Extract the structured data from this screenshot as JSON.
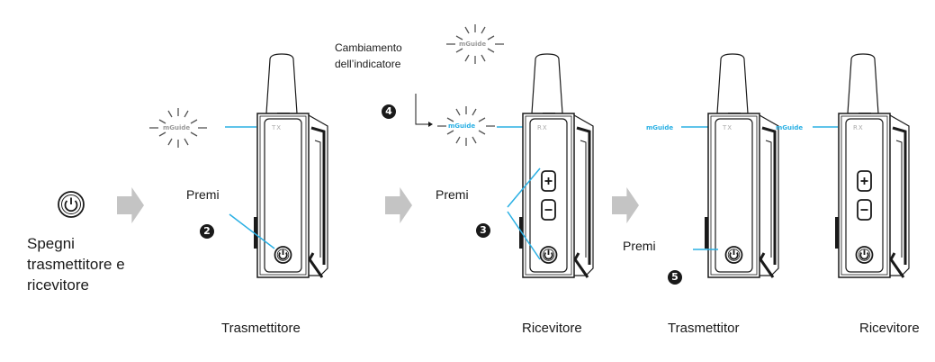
{
  "step1": {
    "icon": "power-icon",
    "label_lines": [
      "Spegni",
      "trasmettitore e",
      "ricevitore"
    ]
  },
  "step2": {
    "badge": "2",
    "action": "Premi",
    "device_caption": "Trasmettitore",
    "device_tag": "TX",
    "indicator_text": "mGuide"
  },
  "step3": {
    "badge": "3",
    "action": "Premi",
    "device_caption": "Ricevitore",
    "device_tag": "RX"
  },
  "step4": {
    "badge": "4",
    "note_lines": [
      "Cambiamento",
      "dell’indicatore"
    ],
    "indicator_before": "mGuide",
    "indicator_after": "mGuide"
  },
  "step5": {
    "badge": "5",
    "action": "Premi",
    "tx_caption": "Trasmettitor",
    "rx_caption": "Ricevitore",
    "tx_tag": "TX",
    "rx_tag": "RX",
    "tx_indicator": "mGuide",
    "rx_indicator": "mGuide"
  },
  "colors": {
    "accent_blue": "#2ab0e4",
    "arrow_gray": "#c4c4c4",
    "outline": "#1a1a1a",
    "indicator_gray": "#9a9a9a"
  }
}
